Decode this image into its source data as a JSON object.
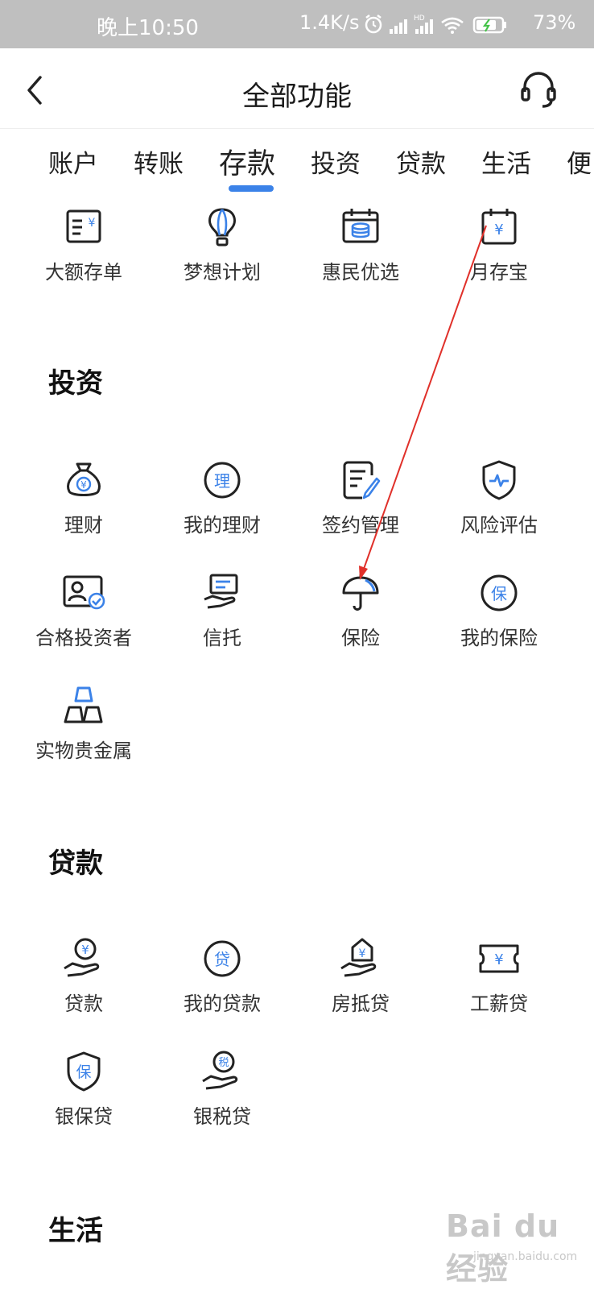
{
  "status_bar": {
    "time": "晚上10:50",
    "network_speed": "1.4K/s",
    "battery": "73%"
  },
  "header": {
    "title": "全部功能",
    "back_icon": "chevron-left-icon",
    "support_icon": "headset-icon"
  },
  "tabs": [
    {
      "label": "账户"
    },
    {
      "label": "转账"
    },
    {
      "label": "存款",
      "active": true
    },
    {
      "label": "投资"
    },
    {
      "label": "贷款"
    },
    {
      "label": "生活"
    },
    {
      "label": "便"
    }
  ],
  "deposit_items": [
    {
      "label": "大额存单",
      "icon": "certificate-yuan-icon"
    },
    {
      "label": "梦想计划",
      "icon": "hot-air-balloon-icon"
    },
    {
      "label": "惠民优选",
      "icon": "calendar-coins-icon"
    },
    {
      "label": "月存宝",
      "icon": "calendar-yuan-icon"
    }
  ],
  "sections": {
    "invest": {
      "title": "投资",
      "items": [
        {
          "label": "理财",
          "icon": "money-bag-icon"
        },
        {
          "label": "我的理财",
          "icon": "circle-li-icon",
          "glyph": "理"
        },
        {
          "label": "签约管理",
          "icon": "contract-pen-icon"
        },
        {
          "label": "风险评估",
          "icon": "shield-pulse-icon"
        },
        {
          "label": "合格投资者",
          "icon": "id-card-check-icon"
        },
        {
          "label": "信托",
          "icon": "hand-card-icon"
        },
        {
          "label": "保险",
          "icon": "umbrella-icon"
        },
        {
          "label": "我的保险",
          "icon": "circle-bao-icon",
          "glyph": "保"
        },
        {
          "label": "实物贵金属",
          "icon": "gold-bars-icon"
        }
      ]
    },
    "loan": {
      "title": "贷款",
      "items": [
        {
          "label": "贷款",
          "icon": "hand-yuan-icon"
        },
        {
          "label": "我的贷款",
          "icon": "circle-dai-icon",
          "glyph": "贷"
        },
        {
          "label": "房抵贷",
          "icon": "hand-house-icon"
        },
        {
          "label": "工薪贷",
          "icon": "ticket-yuan-icon"
        },
        {
          "label": "银保贷",
          "icon": "shield-bao-icon",
          "glyph": "保"
        },
        {
          "label": "银税贷",
          "icon": "hand-tax-icon",
          "glyph": "税"
        }
      ]
    },
    "life": {
      "title": "生活"
    }
  },
  "colors": {
    "accent": "#3b82e8",
    "icon_stroke": "#222222",
    "annotation_arrow": "#e0302a"
  },
  "watermark": {
    "brand": "Bai du 经验",
    "url": "jingyan.baidu.com"
  }
}
